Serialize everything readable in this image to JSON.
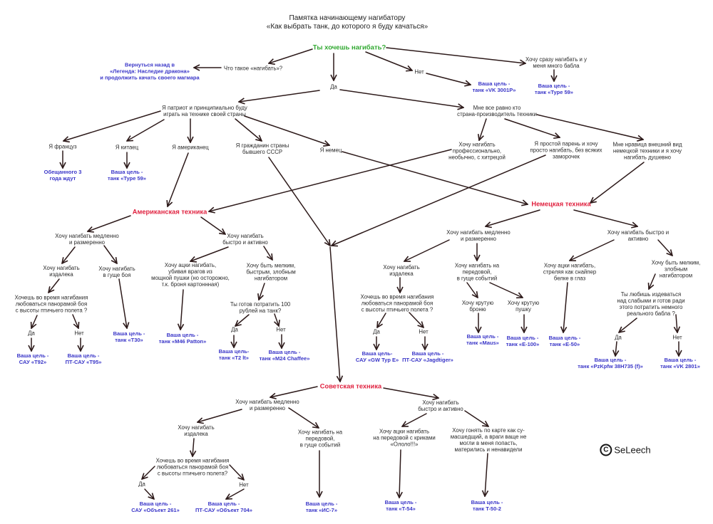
{
  "title": {
    "line1": "Памятка начинающему нагибатору",
    "line2": "«Как выбрать танк, до которого я буду качаться»"
  },
  "nodes": {
    "root": "Ты хочешь нагибать?",
    "what_is": "Что такое «нагибать»?",
    "go_back": "Вернуться назад в\n«Легенда: Наследие дракона»\nи продолжить качать своего магмара",
    "no_top": "Нет",
    "vk3001p": "Ваша цель -\nтанк «VK 3001P»",
    "rich": "Хочу сразу нагибать и у\nменя много бабла",
    "type59_rich": "Ваша цель -\nтанк «Type 59»",
    "yes_top": "Да",
    "patriot": "Я патриот и принципиально буду\nиграть на технике своей страны",
    "any_country": "Мне все равно кто\nстрана-производитель техники",
    "french": "Я француз",
    "promised": "Обещанного 3\nгода ждут",
    "chinese": "Я китаец",
    "type59_cn": "Ваша цель -\nтанк «Type 59»",
    "american": "Я американец",
    "ussr": "Я гражданин страны\nбывшего СССР",
    "german": "Я немец",
    "pro": "Хочу нагибать\nпрофессионально,\nнеобычно, с хитрецой",
    "simple": "Я простой парень и хочу\nпросто нагибать, без всяких\nзаморочек",
    "looks": "Мне нравица внешний вид\nнемецкой техники и я хочу\nнагибать душевно",
    "am_tech": "Американская техника",
    "de_tech": "Немецкая техника",
    "su_tech": "Советская техника",
    "am_slow": "Хочу нагибать медленно\nи размеренно",
    "am_fast": "Хочу нагибать\nбыстро и активно",
    "am_far": "Хочу нагибать\nиздалека",
    "am_thick": "Хочу нагибать\nв гуще боя",
    "am_panorama": "Хочешь во время нагибания\nлюбоваться панорамой боя\nс высоты птичьего полета ?",
    "am_yes": "Да",
    "am_no": "Нет",
    "t92": "Ваша цель -\nСАУ «T92»",
    "t95": "Ваша цель -\nПТ-САУ «T95»",
    "t30": "Ваша цель -\nтанк «T30»",
    "am_hell": "Хочу ацки нагибать,\nубивая врагов из\nмощной пушки (но осторожно,\nт.к. броня картоннная)",
    "am_small": "Хочу быть мелким,\nбыстрым, злобным\nнагибатором",
    "am_100rub": "Ты готов потратить 100\nрублей на танк?",
    "am_yes2": "Да",
    "am_no2": "Нет",
    "m46": "Ваша цель -\nтанк «M46 Patton»",
    "t2lt": "Ваша цель-\nтанк «T2 lt»",
    "m24": "Ваша цель -\nтанк «M24 Chaffee»",
    "de_slow": "Хочу нагибать медленно\nи размеренно",
    "de_far": "Хочу нагибать\nиздалека",
    "de_front": "Хочу нагибать на\nпередовой,\nв гуще событий",
    "de_panorama": "Хочешь во время нагибания\nлюбоваться панорамой боя\nс высоты птичьего полета ?",
    "de_yes": "Да",
    "de_no": "Нет",
    "gwtype": "Ваша цель-\nСАУ «GW Typ E»",
    "jagdtiger": "Ваша цель -\nПТ-САУ «Jagdtiger»",
    "de_armor": "Хочу крутую\nброню",
    "de_gun": "Хочу крутую\nпушку",
    "maus": "Ваша цель -\nтанк «Maus»",
    "e100": "Ваша цель -\nтанк «E-100»",
    "de_fast": "Хочу нагибать быстро и\nактивно",
    "de_sniper": "Хочу ацки нагибать,\nстреляя как снайпер\nбелке в глаз",
    "de_small": "Хочу быть мелким,\nзлобным\nнагибатором",
    "de_bully": "Ты любишь издеваться\nнад слабыми и готов ради\nэтого потратить немного\nреального бабла ?",
    "de_yes2": "Да",
    "de_no2": "Нет",
    "e50": "Ваша цель -\nтанк «E-50»",
    "pzkpfw": "Ваша цель -\nтанк «PzKpfw 38H735 (f)»",
    "vk2801": "Ваша цель -\nтанк «VK 2801»",
    "su_slow": "Хочу нагибать медленно\nи размеренно",
    "su_far": "Хочу нагибать\nиздалека",
    "su_front": "Хочу нагибать на\nпередовой,\nв гуще событий",
    "su_panorama": "Хочешь во время нагибания\nлюбоваться панорамой боя\nс высоты птичьего полета?",
    "su_yes": "Да",
    "su_no": "Нет",
    "obj261": "Ваша цель -\nСАУ «Объект 261»",
    "obj704": "Ваша цель -\nПТ-САУ «Объект 704»",
    "is7": "Ваша цель -\nтанк «ИС-7»",
    "su_fast": "Хочу нагибать\nбыстро и активно",
    "su_ololo": "Хочу ацки нагибать\nна передовой с криками\n«Ололо!!!»",
    "su_crazy": "Хочу гонять по карте как су-\nмасшедщий, а враги ваще не\nмогли в меня попасть,\nматерились и ненавидели",
    "t54": "Ваша цель -\nтанк «T-54»",
    "t502": "Ваша цель -\nтанк T-50-2"
  },
  "junctions": [
    "hub"
  ],
  "edges": [
    [
      "root",
      "what_is"
    ],
    [
      "what_is",
      "go_back"
    ],
    [
      "root",
      "yes_top"
    ],
    [
      "root",
      "no_top"
    ],
    [
      "no_top",
      "vk3001p"
    ],
    [
      "root",
      "rich"
    ],
    [
      "rich",
      "type59_rich"
    ],
    [
      "yes_top",
      "patriot"
    ],
    [
      "yes_top",
      "any_country"
    ],
    [
      "patriot",
      "french"
    ],
    [
      "patriot",
      "chinese"
    ],
    [
      "patriot",
      "american"
    ],
    [
      "patriot",
      "ussr"
    ],
    [
      "patriot",
      "german"
    ],
    [
      "french",
      "promised"
    ],
    [
      "chinese",
      "type59_cn"
    ],
    [
      "american",
      "am_tech"
    ],
    [
      "ussr",
      "hub"
    ],
    [
      "german",
      "de_tech"
    ],
    [
      "any_country",
      "pro"
    ],
    [
      "any_country",
      "simple"
    ],
    [
      "any_country",
      "looks"
    ],
    [
      "pro",
      "am_tech"
    ],
    [
      "simple",
      "hub"
    ],
    [
      "looks",
      "de_tech"
    ],
    [
      "hub",
      "su_tech"
    ],
    [
      "am_tech",
      "am_slow"
    ],
    [
      "am_tech",
      "am_fast"
    ],
    [
      "am_slow",
      "am_far"
    ],
    [
      "am_slow",
      "am_thick"
    ],
    [
      "am_far",
      "am_panorama"
    ],
    [
      "am_panorama",
      "am_yes"
    ],
    [
      "am_panorama",
      "am_no"
    ],
    [
      "am_yes",
      "t92"
    ],
    [
      "am_no",
      "t95"
    ],
    [
      "am_thick",
      "t30"
    ],
    [
      "am_fast",
      "am_hell"
    ],
    [
      "am_fast",
      "am_small"
    ],
    [
      "am_hell",
      "m46"
    ],
    [
      "am_small",
      "am_100rub"
    ],
    [
      "am_100rub",
      "am_yes2"
    ],
    [
      "am_100rub",
      "am_no2"
    ],
    [
      "am_yes2",
      "t2lt"
    ],
    [
      "am_no2",
      "m24"
    ],
    [
      "de_tech",
      "de_slow"
    ],
    [
      "de_tech",
      "de_fast"
    ],
    [
      "de_slow",
      "de_far"
    ],
    [
      "de_slow",
      "de_front"
    ],
    [
      "de_far",
      "de_panorama"
    ],
    [
      "de_panorama",
      "de_yes"
    ],
    [
      "de_panorama",
      "de_no"
    ],
    [
      "de_yes",
      "gwtype"
    ],
    [
      "de_no",
      "jagdtiger"
    ],
    [
      "de_front",
      "de_armor"
    ],
    [
      "de_front",
      "de_gun"
    ],
    [
      "de_armor",
      "maus"
    ],
    [
      "de_gun",
      "e100"
    ],
    [
      "de_fast",
      "de_sniper"
    ],
    [
      "de_fast",
      "de_small"
    ],
    [
      "de_sniper",
      "e50"
    ],
    [
      "de_small",
      "de_bully"
    ],
    [
      "de_bully",
      "de_yes2"
    ],
    [
      "de_bully",
      "de_no2"
    ],
    [
      "de_yes2",
      "pzkpfw"
    ],
    [
      "de_no2",
      "vk2801"
    ],
    [
      "su_tech",
      "su_slow"
    ],
    [
      "su_tech",
      "su_fast"
    ],
    [
      "su_slow",
      "su_far"
    ],
    [
      "su_slow",
      "su_front"
    ],
    [
      "su_far",
      "su_panorama"
    ],
    [
      "su_panorama",
      "su_yes"
    ],
    [
      "su_panorama",
      "su_no"
    ],
    [
      "su_yes",
      "obj261"
    ],
    [
      "su_no",
      "obj704"
    ],
    [
      "su_front",
      "is7"
    ],
    [
      "su_fast",
      "su_ololo"
    ],
    [
      "su_fast",
      "su_crazy"
    ],
    [
      "su_ololo",
      "t54"
    ],
    [
      "su_crazy",
      "t502"
    ]
  ],
  "colors": {
    "start": "#2fa82f",
    "section": "#e0203e",
    "target": "#3a36c8",
    "text": "#2a2a2a",
    "arrow": "#2d1a1a",
    "background": "#ffffff"
  },
  "copyright": {
    "symbol": "C",
    "author": "SeLeech"
  }
}
